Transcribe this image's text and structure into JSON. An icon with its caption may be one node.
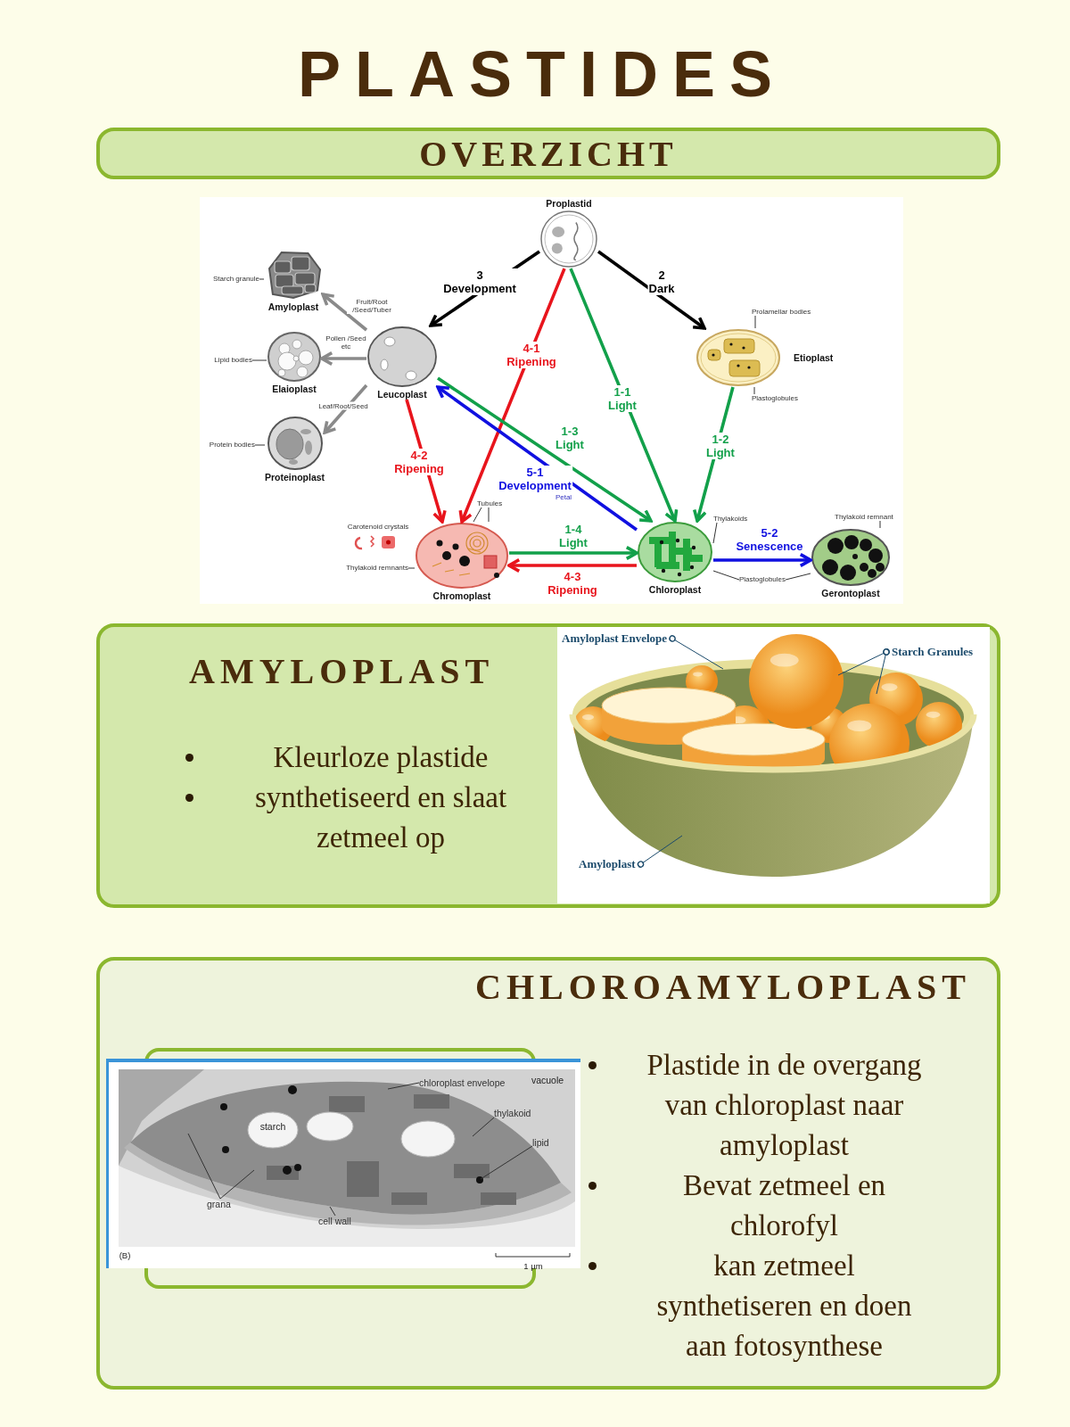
{
  "diagram": {
    "title": "PLASTIDES",
    "nodes": [
      {
        "text": [
          "OVERZICHT"
        ]
      },
      {
        "text": [
          "Proplastid"
        ]
      },
      {
        "text": [
          "Amyloplast"
        ]
      },
      {
        "text": [
          "Elaioplast"
        ]
      },
      {
        "text": [
          "Leucoplast"
        ]
      },
      {
        "text": [
          "Etioplast"
        ]
      },
      {
        "text": [
          "Proteinoplast"
        ]
      },
      {
        "text": [
          "Chromoplast"
        ]
      },
      {
        "text": [
          "Chloroplast"
        ]
      },
      {
        "text": [
          "Gerontoplast"
        ]
      },
      {
        "text": [
          "Starch granule"
        ]
      },
      {
        "text": [
          "Prolamellar bodies"
        ]
      },
      {
        "text": [
          "Lipid bodies"
        ]
      },
      {
        "text": [
          "Plastoglobules"
        ]
      },
      {
        "text": [
          "Protein bodies"
        ]
      },
      {
        "text": [
          "Tubules"
        ]
      },
      {
        "text": [
          "Thylakoid remnant"
        ]
      },
      {
        "text": [
          "Thylakoids"
        ]
      },
      {
        "text": [
          "Thylakoid remnants"
        ]
      },
      {
        "text": [
          "Plastoglobules"
        ]
      },
      {
        "text": [
          "AMYLOPLAST",
          "Kleurloze plastide",
          "synthetiseerd en slaat zetmeel op"
        ]
      },
      {
        "text": [],
        "shape": "picture",
        "in": 20
      },
      {
        "text": [
          "Amyloplast Envelope"
        ],
        "in": 21
      },
      {
        "text": [
          "Starch Granules"
        ],
        "in": 21
      },
      {
        "text": [
          "Amyloplast"
        ],
        "in": 21
      },
      {
        "text": [
          "CHLOROAMYLOPLAST",
          "Plastide in de overgang van chloroplast naar amyloplast",
          "Bevat zetmeel en chlorofyl",
          "kan zetmeel synthetiseren en doen aan fotosynthese"
        ]
      },
      {
        "text": [],
        "shape": "picture",
        "in": 25
      },
      {
        "text": [
          "chloroplast envelope"
        ],
        "in": 26
      },
      {
        "text": [
          "thylakoid"
        ],
        "in": 26
      },
      {
        "text": [
          "lipid"
        ],
        "in": 26
      },
      {
        "text": [
          "grana"
        ],
        "in": 26
      },
      {
        "text": [
          "cell wall"
        ],
        "in": 26
      }
    ],
    "edges": [
      {
        "from": 1,
        "to": 4,
        "arrow": "to",
        "label": "3 Development",
        "style": "thick",
        "color": "#000000"
      },
      {
        "from": 1,
        "to": 5,
        "arrow": "to",
        "label": "2 Dark",
        "style": "thick",
        "color": "#000000"
      },
      {
        "from": 1,
        "to": 7,
        "arrow": "to",
        "label": "4-1 Ripening",
        "style": "thick",
        "color": "#e8141c"
      },
      {
        "from": 1,
        "to": 8,
        "arrow": "to",
        "label": "1-1 Light",
        "style": "thick",
        "color": "#12a04a"
      },
      {
        "from": 5,
        "to": 8,
        "arrow": "to",
        "label": "1-2 Light",
        "style": "thick",
        "color": "#12a04a"
      },
      {
        "from": 4,
        "to": 8,
        "arrow": "to",
        "label": "1-3 Light",
        "style": "thick",
        "color": "#12a04a"
      },
      {
        "from": 8,
        "to": 4,
        "arrow": "to",
        "label": "5-1 Development",
        "style": "thick",
        "color": "#1010e0"
      },
      {
        "from": 4,
        "to": 7,
        "arrow": "to",
        "label": "4-2 Ripening",
        "style": "thick",
        "color": "#e8141c"
      },
      {
        "from": 7,
        "to": 8,
        "arrow": "to",
        "label": "1-4 Light",
        "style": "thick",
        "color": "#12a04a"
      },
      {
        "from": 8,
        "to": 7,
        "arrow": "to",
        "label": "4-3 Ripening",
        "style": "thick",
        "color": "#e8141c"
      },
      {
        "from": 8,
        "to": 9,
        "arrow": "to",
        "label": "5-2 Senescence",
        "style": "thick",
        "color": "#1010e0"
      },
      {
        "from": 4,
        "to": 2,
        "arrow": "to",
        "label": "Fruit/Root /Seed/Tuber",
        "style": "thick",
        "color": "#8a8a8a"
      },
      {
        "from": 4,
        "to": 3,
        "arrow": "to",
        "label": "Pollen /Seed etc",
        "style": "thick",
        "color": "#8a8a8a"
      },
      {
        "from": 4,
        "to": 6,
        "arrow": "to",
        "label": "Leaf/Root/Seed",
        "style": "thick",
        "color": "#8a8a8a"
      },
      {
        "from": 10,
        "to": 2,
        "arrow": "none"
      },
      {
        "from": 11,
        "to": 5,
        "arrow": "none"
      },
      {
        "from": 12,
        "to": 3,
        "arrow": "none"
      },
      {
        "from": 13,
        "to": 5,
        "arrow": "none"
      },
      {
        "from": 14,
        "to": 6,
        "arrow": "none"
      },
      {
        "from": 15,
        "to": 7,
        "arrow": "none"
      },
      {
        "from": 15,
        "to": 7,
        "arrow": "none"
      },
      {
        "from": 16,
        "to": 9,
        "arrow": "none"
      },
      {
        "from": 17,
        "to": 8,
        "arrow": "none"
      },
      {
        "from": 18,
        "to": 7,
        "arrow": "none"
      },
      {
        "from": 19,
        "to": 8,
        "arrow": "none"
      },
      {
        "from": 19,
        "to": 9,
        "arrow": "none"
      },
      {
        "from": 22,
        "to": null,
        "arrow": "other",
        "color": "#1b4a6b"
      },
      {
        "from": 23,
        "to": null,
        "arrow": "other",
        "color": "#1b4a6b"
      },
      {
        "from": 23,
        "to": null,
        "arrow": "other",
        "color": "#1b4a6b"
      },
      {
        "from": 24,
        "to": null,
        "arrow": "other",
        "color": "#1b4a6b"
      },
      {
        "from": 27,
        "to": null,
        "arrow": "none"
      },
      {
        "from": 28,
        "to": null,
        "arrow": "none"
      },
      {
        "from": 29,
        "to": null,
        "arrow": "none"
      },
      {
        "from": 30,
        "to": null,
        "arrow": "none"
      },
      {
        "from": 30,
        "to": null,
        "arrow": "none"
      },
      {
        "from": 31,
        "to": null,
        "arrow": "none"
      }
    ],
    "labels": [
      "Petal",
      "Carotenoid crystals",
      "vacuole",
      "starch",
      "(B)",
      "1 µm"
    ]
  }
}
